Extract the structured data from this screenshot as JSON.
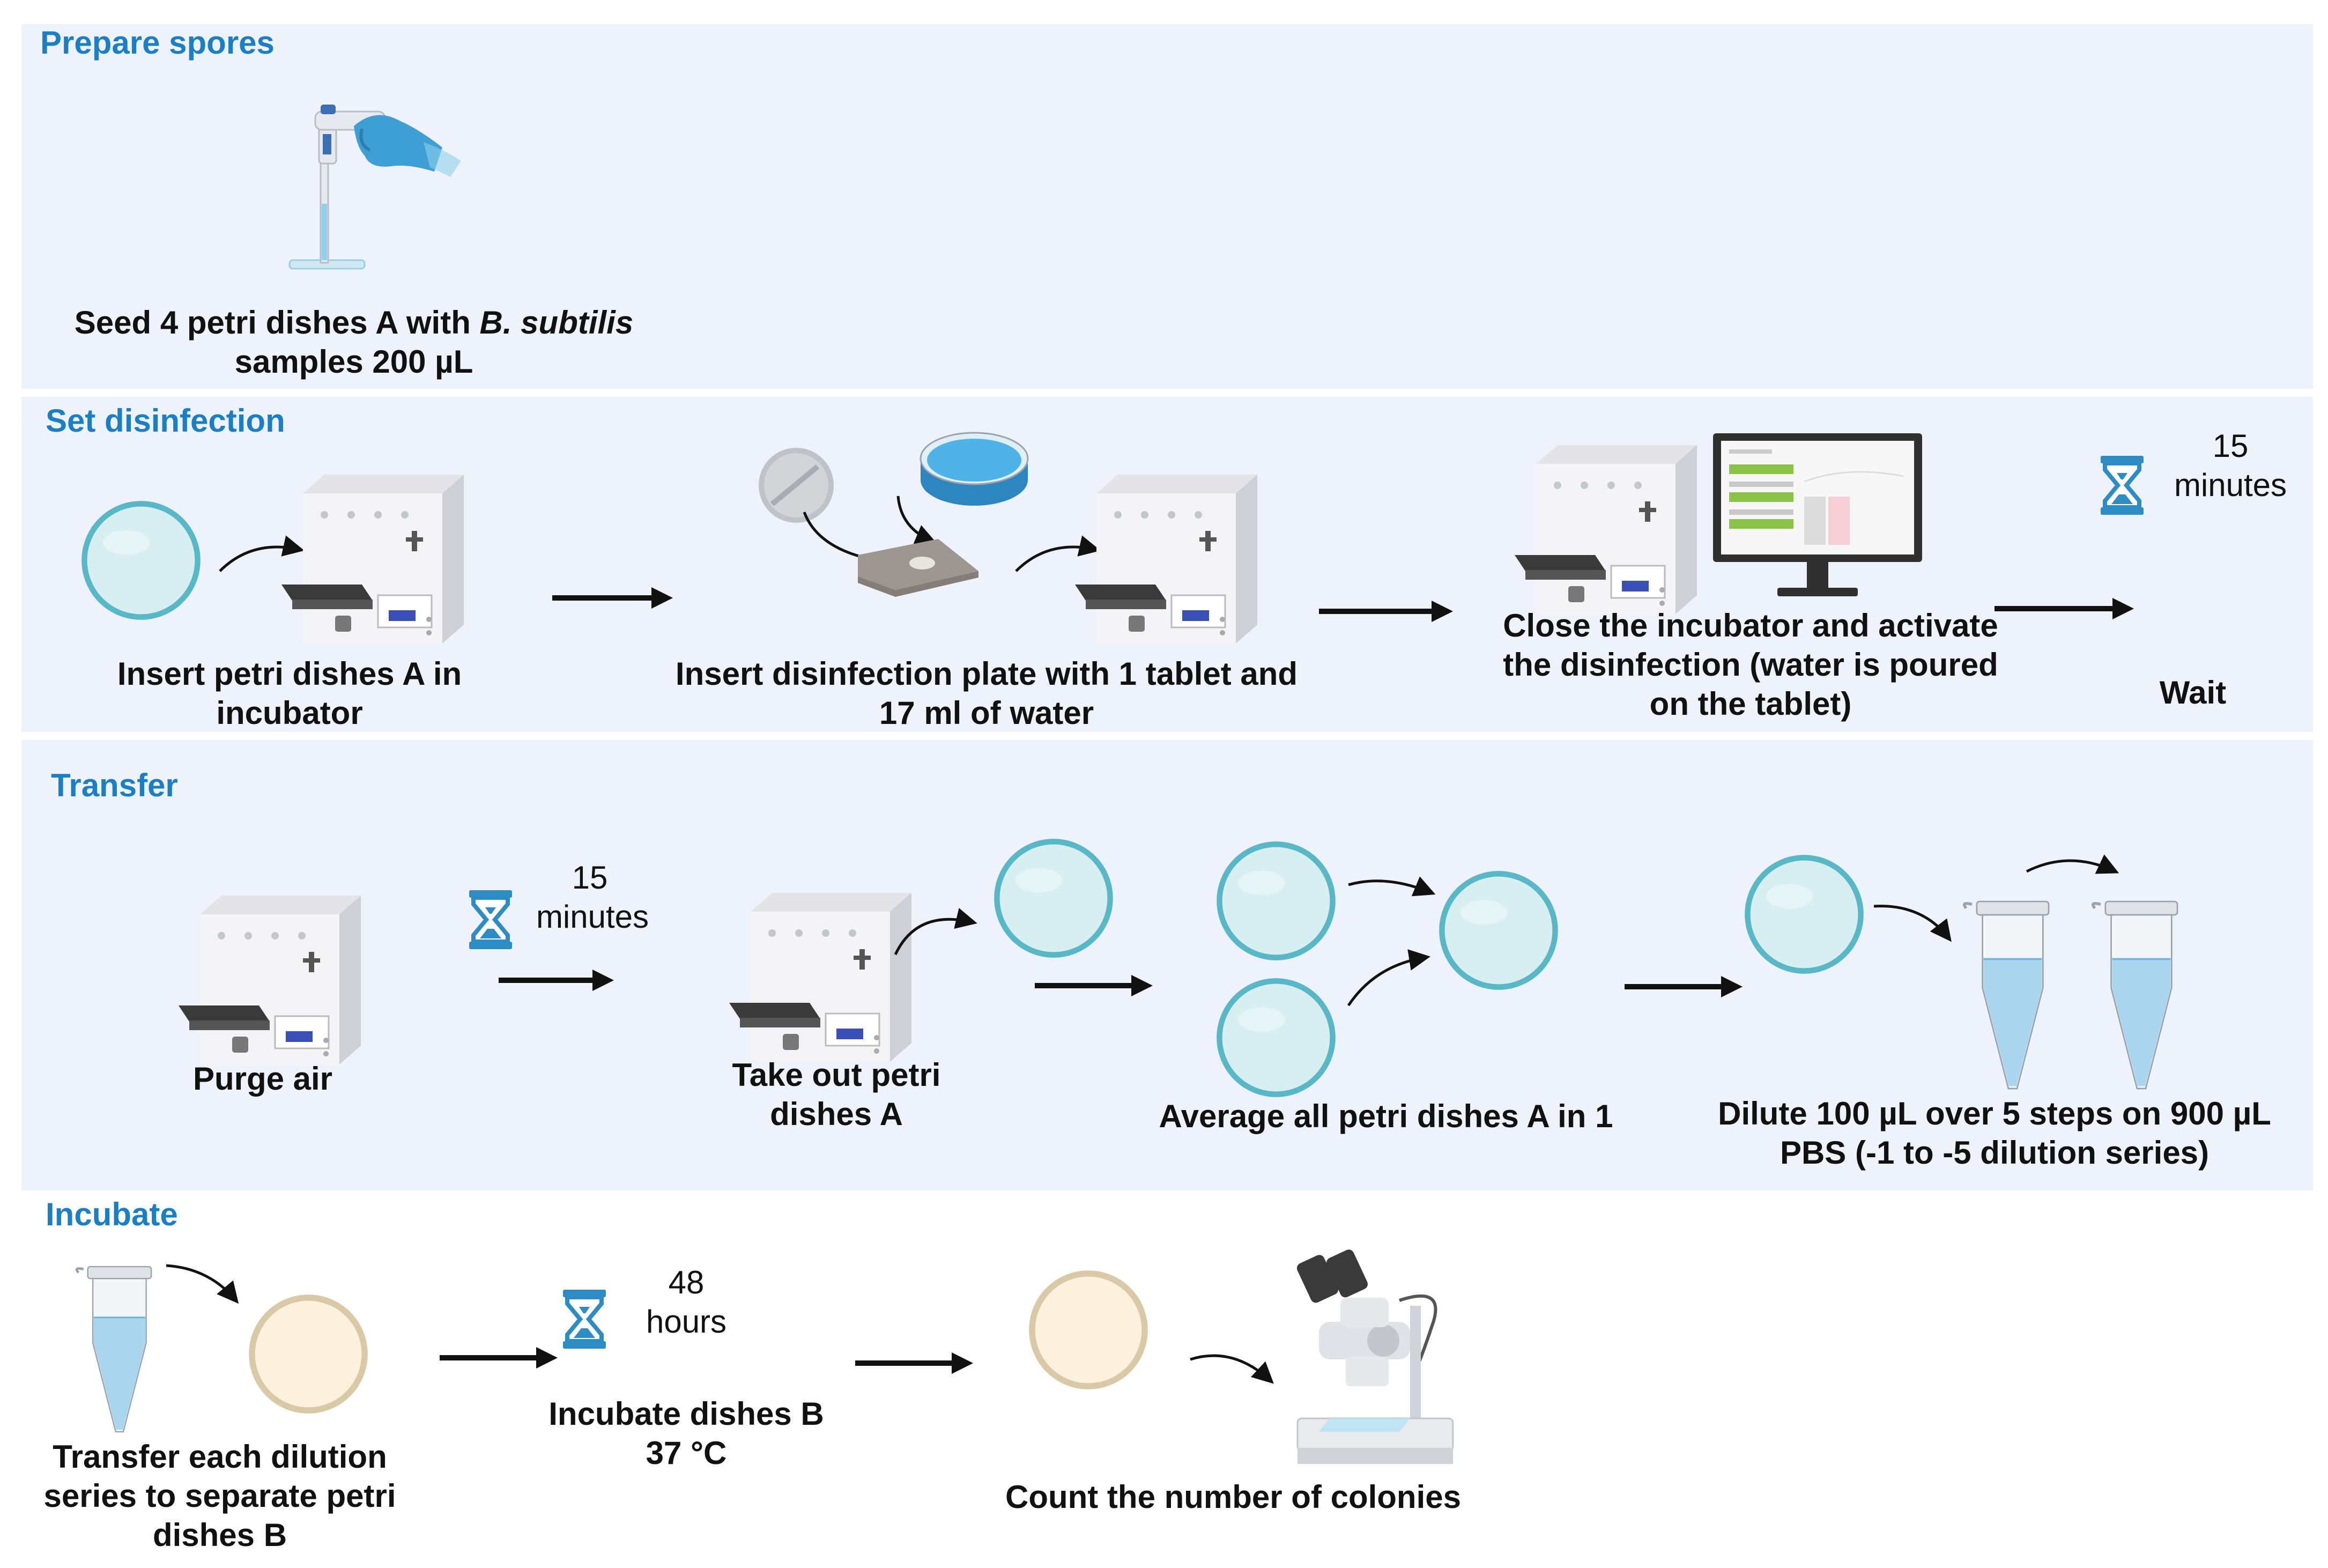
{
  "sections": {
    "prepare": {
      "title": "Prepare spores",
      "step1": {
        "line1_pre": "Seed 4 petri dishes A with ",
        "line1_species": "B. subtilis",
        "line2": "samples 200 µL"
      }
    },
    "disinfection": {
      "title": "Set disinfection",
      "step1": {
        "line1": "Insert petri dishes A in",
        "line2": "incubator"
      },
      "step2": {
        "line1": "Insert disinfection plate with 1 tablet and",
        "line2": "17 ml of water"
      },
      "step3": {
        "line1": "Close the incubator and activate",
        "line2": "the disinfection (water is poured",
        "line3": "on the tablet)"
      },
      "timer": {
        "value": "15",
        "unit": "minutes"
      },
      "step4": {
        "label": "Wait"
      }
    },
    "transfer": {
      "title": "Transfer",
      "step1": {
        "label": "Purge air"
      },
      "timer": {
        "value": "15",
        "unit": "minutes"
      },
      "step2": {
        "line1": "Take out petri",
        "line2": "dishes A"
      },
      "step3": {
        "label": "Average all petri dishes A in 1"
      },
      "step4": {
        "line1": "Dilute 100 µL over 5 steps on 900 µL",
        "line2": "PBS (-1 to -5 dilution series)"
      }
    },
    "incubate": {
      "title": "Incubate",
      "step1": {
        "line1": "Transfer each dilution",
        "line2": "series to separate petri",
        "line3": "dishes B"
      },
      "timer": {
        "value": "48",
        "unit": "hours"
      },
      "step2": {
        "line1": "Incubate dishes B",
        "line2": "37 °C"
      },
      "step3": {
        "label": "Count the number of colonies"
      }
    }
  },
  "colors": {
    "section_title": "#1b7fc5",
    "band_background": "#eef3fb",
    "petri_fill": "#d8eff2",
    "petri_rim": "#58b8c8",
    "agar_fill": "#fbf1dc",
    "agar_rim": "#d9c9a6",
    "liquid": "#a9d6ee",
    "glove": "#3e9fd4",
    "arrow": "#111111",
    "hourglass": "#2d8cc4"
  }
}
